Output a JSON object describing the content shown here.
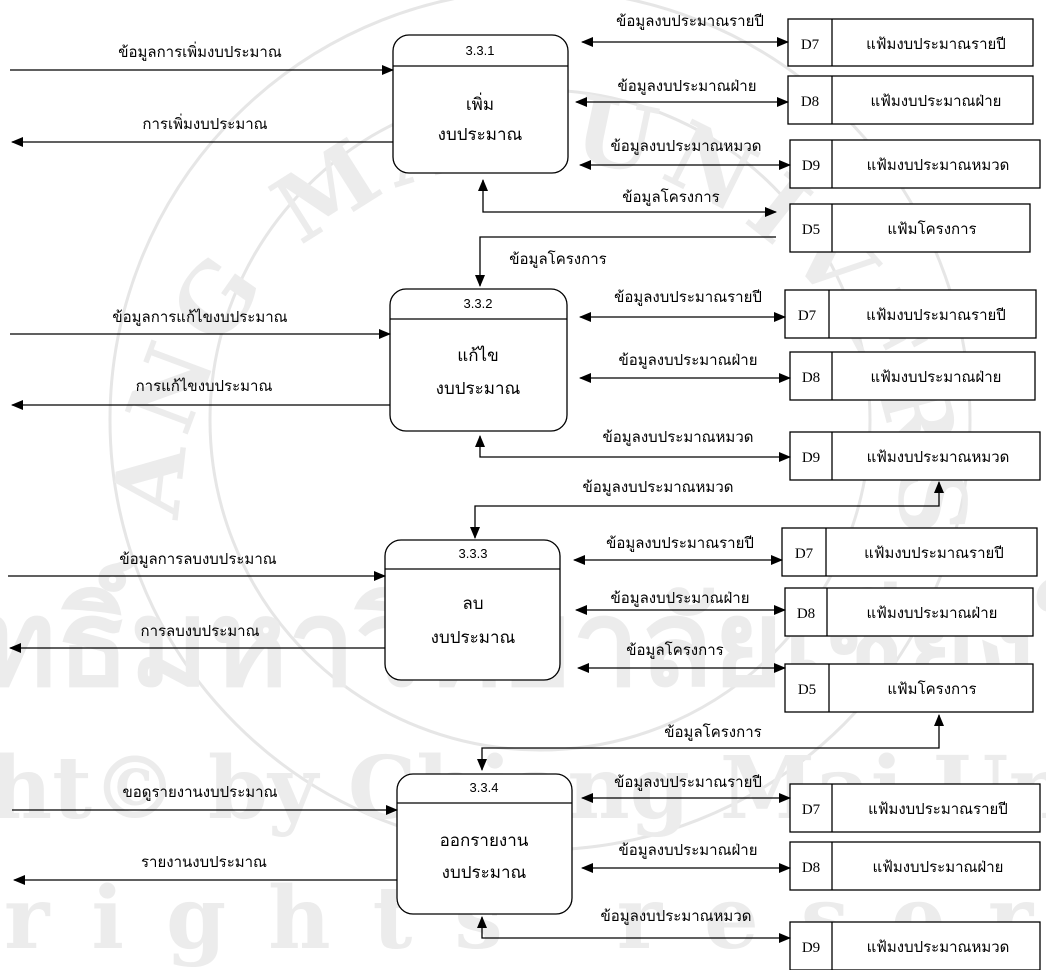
{
  "watermark": {
    "arc_text": "CHIANG MAI UNIVERSITY",
    "thai_text": "ลิขสิทธิ์มหาวิทยาลัยเชียงใหม่",
    "line2": "Copyright© by Chiang Mai University",
    "line3": "All rights reserved"
  },
  "processes": [
    {
      "id": "3.3.1",
      "name1": "เพิ่ม",
      "name2": "งบประมาณ"
    },
    {
      "id": "3.3.2",
      "name1": "แก้ไข",
      "name2": "งบประมาณ"
    },
    {
      "id": "3.3.3",
      "name1": "ลบ",
      "name2": "งบประมาณ"
    },
    {
      "id": "3.3.4",
      "name1": "ออกรายงาน",
      "name2": "งบประมาณ"
    }
  ],
  "stores": [
    {
      "id": "D7",
      "name": "แฟ้มงบประมาณรายปี"
    },
    {
      "id": "D8",
      "name": "แฟ้มงบประมาณฝ่าย"
    },
    {
      "id": "D9",
      "name": "แฟ้มงบประมาณหมวด"
    },
    {
      "id": "D5",
      "name": "แฟ้มโครงการ"
    },
    {
      "id": "D7",
      "name": "แฟ้มงบประมาณรายปี"
    },
    {
      "id": "D8",
      "name": "แฟ้มงบประมาณฝ่าย"
    },
    {
      "id": "D9",
      "name": "แฟ้มงบประมาณหมวด"
    },
    {
      "id": "D7",
      "name": "แฟ้มงบประมาณรายปี"
    },
    {
      "id": "D8",
      "name": "แฟ้มงบประมาณฝ่าย"
    },
    {
      "id": "D5",
      "name": "แฟ้มโครงการ"
    },
    {
      "id": "D7",
      "name": "แฟ้มงบประมาณรายปี"
    },
    {
      "id": "D8",
      "name": "แฟ้มงบประมาณฝ่าย"
    },
    {
      "id": "D9",
      "name": "แฟ้มงบประมาณหมวด"
    }
  ],
  "flows": [
    {
      "label": "ข้อมูลการเพิ่มงบประมาณ"
    },
    {
      "label": "การเพิ่มงบประมาณ"
    },
    {
      "label": "ข้อมูลงบประมาณรายปี"
    },
    {
      "label": "ข้อมูลงบประมาณฝ่าย"
    },
    {
      "label": "ข้อมูลงบประมาณหมวด"
    },
    {
      "label": "ข้อมูลโครงการ"
    },
    {
      "label": "ข้อมูลโครงการ"
    },
    {
      "label": "ข้อมูลการแก้ไขงบประมาณ"
    },
    {
      "label": "การแก้ไขงบประมาณ"
    },
    {
      "label": "ข้อมูลงบประมาณรายปี"
    },
    {
      "label": "ข้อมูลงบประมาณฝ่าย"
    },
    {
      "label": "ข้อมูลงบประมาณหมวด"
    },
    {
      "label": "ข้อมูลงบประมาณหมวด"
    },
    {
      "label": "ข้อมูลการลบงบประมาณ"
    },
    {
      "label": "การลบงบประมาณ"
    },
    {
      "label": "ข้อมูลงบประมาณรายปี"
    },
    {
      "label": "ข้อมูลงบประมาณฝ่าย"
    },
    {
      "label": "ข้อมูลโครงการ"
    },
    {
      "label": "ข้อมูลโครงการ"
    },
    {
      "label": "ขอดูรายงานงบประมาณ"
    },
    {
      "label": "รายงานงบประมาณ"
    },
    {
      "label": "ข้อมูลงบประมาณรายปี"
    },
    {
      "label": "ข้อมูลงบประมาณฝ่าย"
    },
    {
      "label": "ข้อมูลงบประมาณหมวด"
    }
  ]
}
